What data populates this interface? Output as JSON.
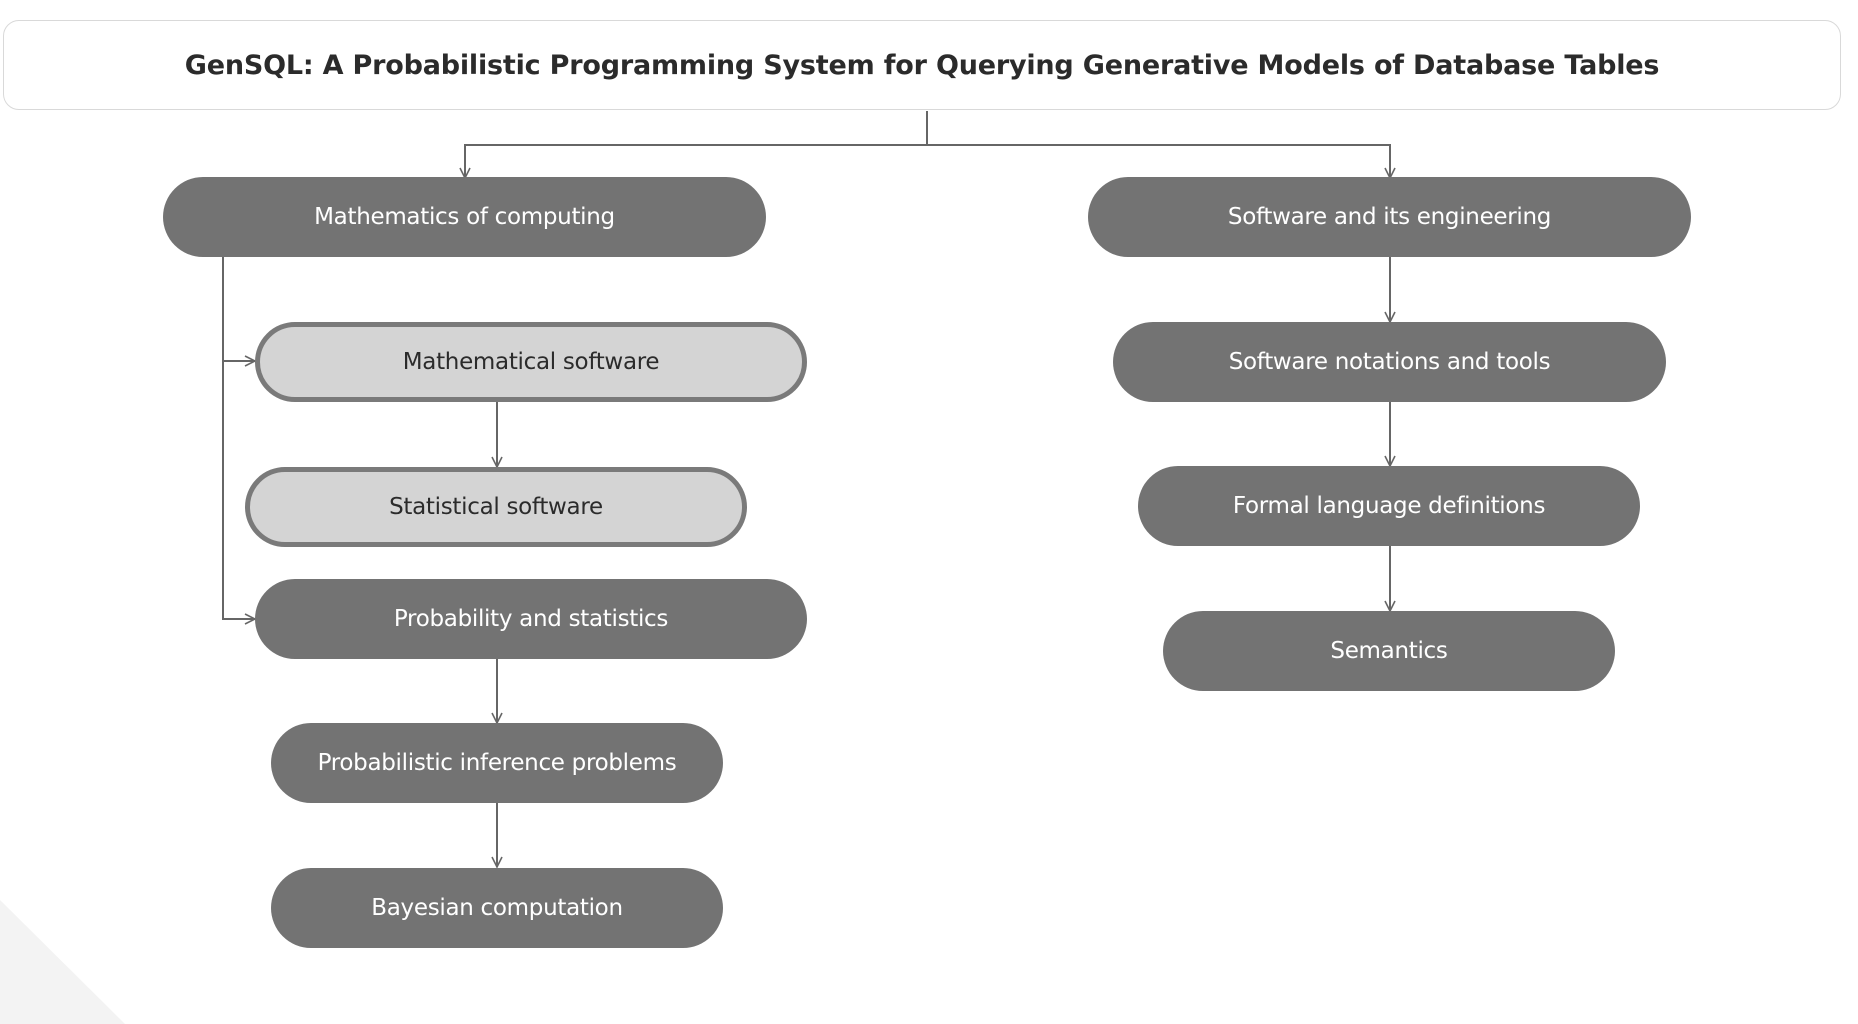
{
  "title": "GenSQL: A Probabilistic Programming System for Querying Generative Models of Database Tables",
  "colors": {
    "dark_node": "#737373",
    "light_node": "#d4d4d4",
    "light_node_border": "#7a7a7a",
    "connector": "#666666"
  },
  "nodes": {
    "math_computing": "Mathematics of computing",
    "math_software": "Mathematical software",
    "stat_software": "Statistical software",
    "prob_stats": "Probability and statistics",
    "prob_inference": "Probabilistic inference problems",
    "bayesian": "Bayesian computation",
    "software_eng": "Software and its engineering",
    "notations_tools": "Software notations and tools",
    "formal_lang": "Formal language definitions",
    "semantics": "Semantics"
  },
  "edges": [
    [
      "title",
      "math_computing"
    ],
    [
      "title",
      "software_eng"
    ],
    [
      "math_computing",
      "math_software"
    ],
    [
      "math_computing",
      "prob_stats"
    ],
    [
      "math_software",
      "stat_software"
    ],
    [
      "prob_stats",
      "prob_inference"
    ],
    [
      "prob_inference",
      "bayesian"
    ],
    [
      "software_eng",
      "notations_tools"
    ],
    [
      "notations_tools",
      "formal_lang"
    ],
    [
      "formal_lang",
      "semantics"
    ]
  ]
}
